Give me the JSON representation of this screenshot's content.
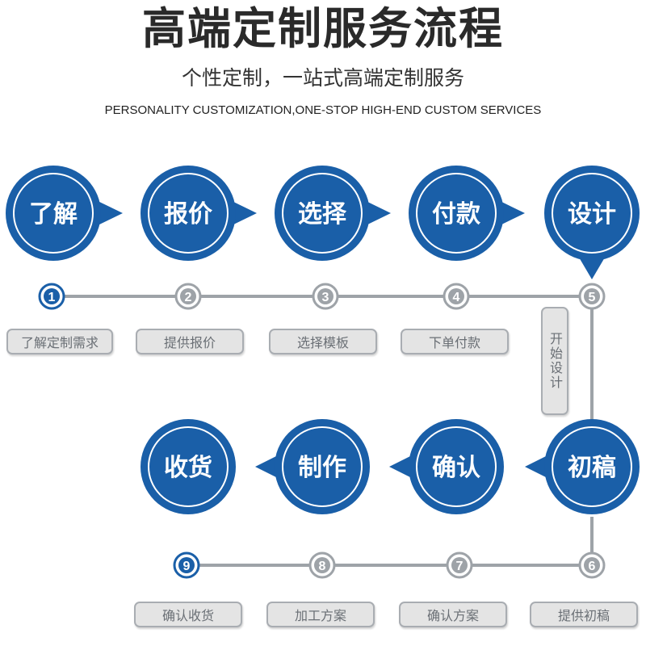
{
  "header": {
    "title": "高端定制服务流程",
    "subtitle": "个性定制，一站式高端定制服务",
    "subtitle_en": "PERSONALITY CUSTOMIZATION,ONE-STOP HIGH-END CUSTOM SERVICES"
  },
  "colors": {
    "bubble_blue": "#1a5fa8",
    "line_gray": "#9ea3a8",
    "label_bg": "#e4e4e4",
    "label_text": "#6a6f75"
  },
  "steps": [
    {
      "num": "1",
      "title": "了解",
      "label": "了解定制需求"
    },
    {
      "num": "2",
      "title": "报价",
      "label": "提供报价"
    },
    {
      "num": "3",
      "title": "选择",
      "label": "选择模板"
    },
    {
      "num": "4",
      "title": "付款",
      "label": "下单付款"
    },
    {
      "num": "5",
      "title": "设计",
      "label": "开始设计"
    },
    {
      "num": "6",
      "title": "初稿",
      "label": "提供初稿"
    },
    {
      "num": "7",
      "title": "确认",
      "label": "确认方案"
    },
    {
      "num": "8",
      "title": "制作",
      "label": "加工方案"
    },
    {
      "num": "9",
      "title": "收货",
      "label": "确认收货"
    }
  ]
}
